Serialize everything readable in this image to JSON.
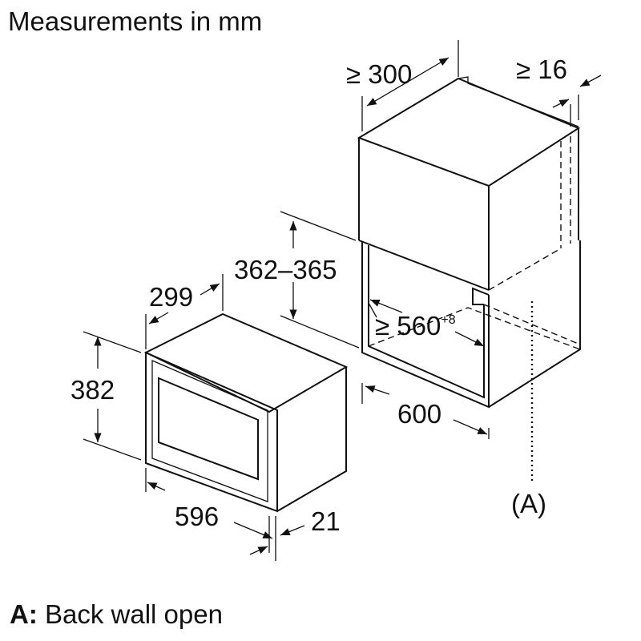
{
  "title": "Measurements in mm",
  "footer": {
    "key": "A:",
    "text": " Back wall open"
  },
  "dimensions": {
    "cabinet_depth_min": "≥ 300",
    "back_gap_min": "≥ 16",
    "niche_height": "362–365",
    "niche_width_min_value": "≥ 560",
    "niche_width_tolerance": "+8",
    "cabinet_width": "600",
    "appliance_depth": "299",
    "appliance_height": "382",
    "appliance_width": "596",
    "front_panel_thickness": "21",
    "back_wall_marker": "(A)"
  }
}
